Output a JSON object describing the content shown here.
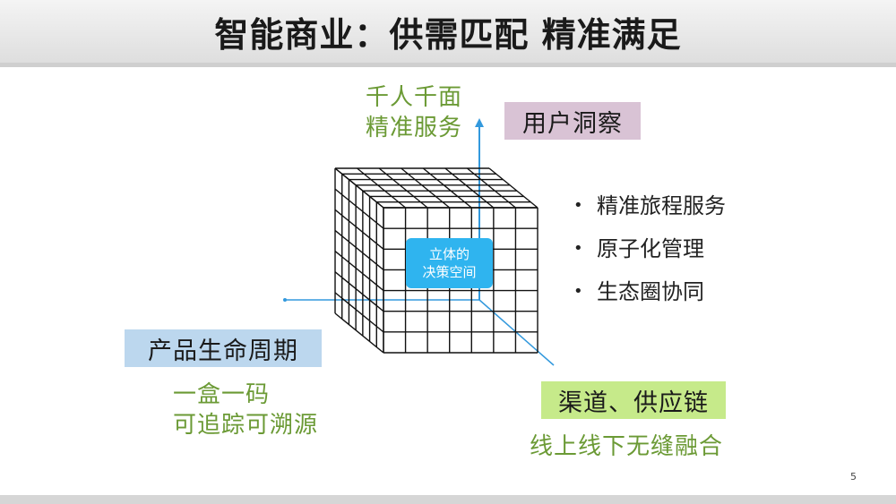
{
  "header": {
    "title": "智能商业：供需匹配 精准满足"
  },
  "top_axis": {
    "text_lines": [
      "千人千面",
      "精准服务"
    ],
    "box_label": "用户洞察"
  },
  "center": {
    "lines": [
      "立体的",
      "决策空间"
    ]
  },
  "bullets": [
    "精准旅程服务",
    "原子化管理",
    "生态圈协同"
  ],
  "left_axis": {
    "box_label": "产品生命周期",
    "text_lines": [
      "一盒一码",
      "可追踪可溯源"
    ]
  },
  "right_axis": {
    "box_label": "渠道、供应链",
    "text_line": "线上线下无缝融合"
  },
  "page_number": "5",
  "colors": {
    "green_text": "#6b9a35",
    "box_purple": "#d9c3d5",
    "box_blue": "#bcd7ee",
    "box_green": "#c6ea8a",
    "center_blue": "#2fb4ef",
    "axis_blue": "#3399dd"
  }
}
